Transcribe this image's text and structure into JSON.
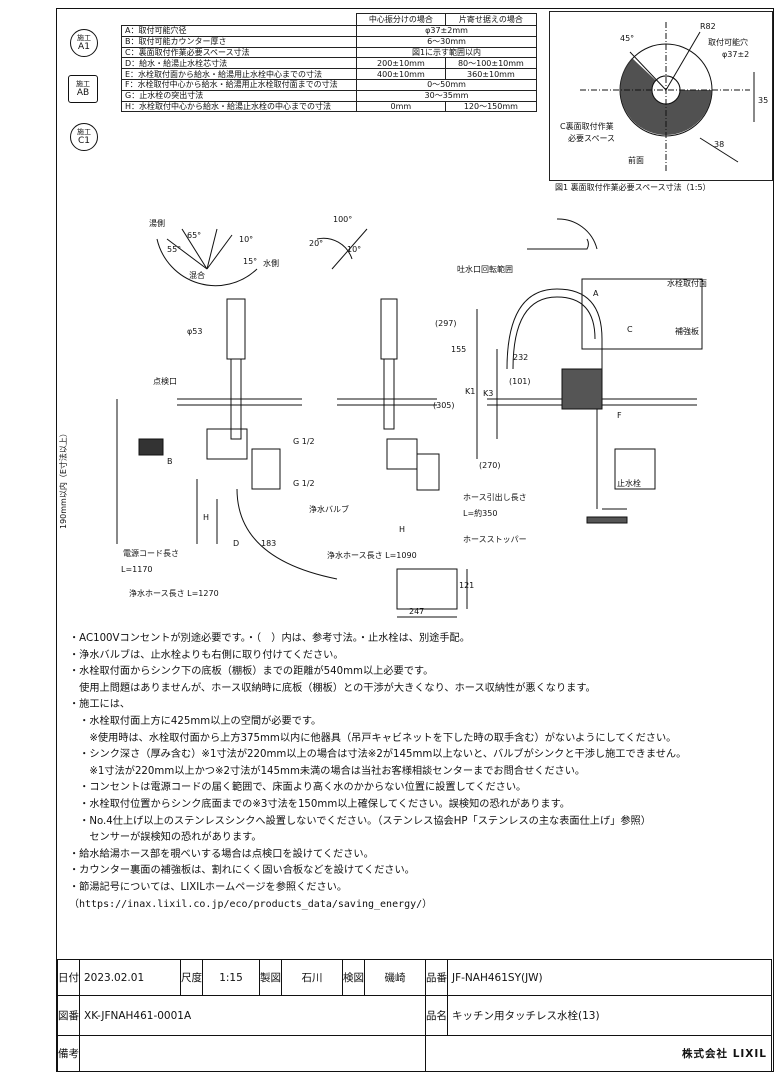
{
  "legend": {
    "a1": {
      "top": "施工",
      "code": "A1"
    },
    "ab": {
      "top": "施工",
      "code": "AB"
    },
    "c1": {
      "top": "施工",
      "code": "C1"
    }
  },
  "spec_table": {
    "headers": [
      "中心振分けの場合",
      "片寄せ据えの場合"
    ],
    "rows": [
      {
        "label": "A：取付可能穴径",
        "v1": "φ37±2mm",
        "v2": ""
      },
      {
        "label": "B：取付可能カウンター厚さ",
        "v1": "6〜30mm",
        "v2": ""
      },
      {
        "label": "C：裏面取付作業必要スペース寸法",
        "v1": "図1に示す範囲以内",
        "v2": ""
      },
      {
        "label": "D：給水・給湯止水栓芯寸法",
        "v1": "200±10mm",
        "v2": "80〜100±10mm"
      },
      {
        "label": "E：水栓取付面から給水・給湯用止水栓中心までの寸法",
        "v1": "400±10mm",
        "v2": "360±10mm"
      },
      {
        "label": "F：水栓取付中心から給水・給湯用止水栓取付面までの寸法",
        "v1": "0〜50mm",
        "v2": ""
      },
      {
        "label": "G：止水栓の突出寸法",
        "v1": "30〜35mm",
        "v2": ""
      },
      {
        "label": "H：水栓取付中心から給水・給湯止水栓の中心までの寸法",
        "v1": "0mm",
        "v2": "120〜150mm"
      }
    ]
  },
  "fig1": {
    "caption": "図1 裏面取付作業必要スペース寸法（1:5）",
    "angle": "45°",
    "r": "R82",
    "hole_label": "取付可能穴",
    "hole": "φ37±2",
    "space1": "C裏面取付作業",
    "space2": "必要スペース",
    "front": "前面",
    "d35": "35",
    "d38": "38"
  },
  "drawing": {
    "spout_rot": "湯側",
    "deg_55": "55°",
    "deg_65": "65°",
    "deg_10": "10°",
    "deg_15": "15°",
    "water_side": "水側",
    "mix": "混合",
    "deg_100": "100°",
    "deg_20": "20°",
    "deg_10b": "10°",
    "phi53": "φ53",
    "inspect": "点検口",
    "g12a": "G 1/2",
    "g12b": "G 1/2",
    "filter_valve": "浄水バルブ",
    "b_mark": "B",
    "d_mark": "D",
    "h_mark": "H",
    "h_mark2": "H",
    "d183": "183",
    "e_label": "190mm以内（E寸法以上）",
    "power_cord": "電源コード長さ",
    "l1170": "L=1170",
    "filter_hose": "浄水ホース長さ L=1270",
    "filter_hose2": "浄水ホース長さ L=1090",
    "d247": "247",
    "d121": "121",
    "spout_range": "吐水口回転範囲",
    "d297": "(297)",
    "d155": "155",
    "d232": "232",
    "d101": "(101)",
    "d305": "(305)",
    "k1": "K1",
    "k3": "K3",
    "d270": "(270)",
    "a_mark": "A",
    "c_mark": "C",
    "f_mark": "F",
    "mount_face": "水栓取付面",
    "reinforce": "補強板",
    "hose_pull": "ホース引出し長さ",
    "l350": "L=約350",
    "stopper": "ホースストッパー",
    "stop_valve": "止水栓"
  },
  "notes": [
    "・AC100Vコンセントが別途必要です。・（　）内は、参考寸法。・止水栓は、別途手配。",
    "・浄水バルブは、止水栓よりも右側に取り付けてください。",
    "・水栓取付面からシンク下の底板（棚板）までの距離が540mm以上必要です。",
    "　使用上問題はありませんが、ホース収納時に底板（棚板）との干渉が大きくなり、ホース収納性が悪くなります。",
    "・施工には、",
    "　・水栓取付面上方に425mm以上の空間が必要です。",
    "　　※使用時は、水栓取付面から上方375mm以内に他器具（吊戸キャビネットを下した時の取手含む）がないようにしてください。",
    "　・シンク深さ（厚み含む）※1寸法が220mm以上の場合は寸法※2が145mm以上ないと、バルブがシンクと干渉し施工できません。",
    "　　※1寸法が220mm以上かつ※2寸法が145mm未満の場合は当社お客様相談センターまでお問合せください。",
    "　・コンセントは電源コードの届く範囲で、床面より高く水のかからない位置に設置してください。",
    "　・水栓取付位置からシンク底面までの※3寸法を150mm以上確保してください。誤検知の恐れがあります。",
    "　・No.4仕上げ以上のステンレスシンクへ設置しないでください。（ステンレス協会HP「ステンレスの主な表面仕上げ」参照）",
    "　　センサーが誤検知の恐れがあります。",
    "・給水給湯ホース部を覗べいする場合は点検口を設けてください。",
    "・カウンター裏面の補強板は、割れにくく固い合板などを設けてください。",
    "・節湯記号については、LIXILホームページを参照ください。",
    "（https://inax.lixil.co.jp/eco/products_data/saving_energy/）"
  ],
  "titleblock": {
    "date_label": "日付",
    "date": "2023.02.01",
    "scale_label": "尺度",
    "scale": "1:15",
    "drawn_label": "製図",
    "drawn": "石川",
    "check_label": "検図",
    "check": "磯崎",
    "product_label": "品番",
    "product": "JF-NAH461SY(JW)",
    "drawing_no_label": "図番",
    "drawing_no": "XK-JFNAH461-0001A",
    "name_label": "品名",
    "name": "キッチン用タッチレス水栓(13)",
    "remarks_label": "備考",
    "company": "株式会社 LIXIL"
  }
}
